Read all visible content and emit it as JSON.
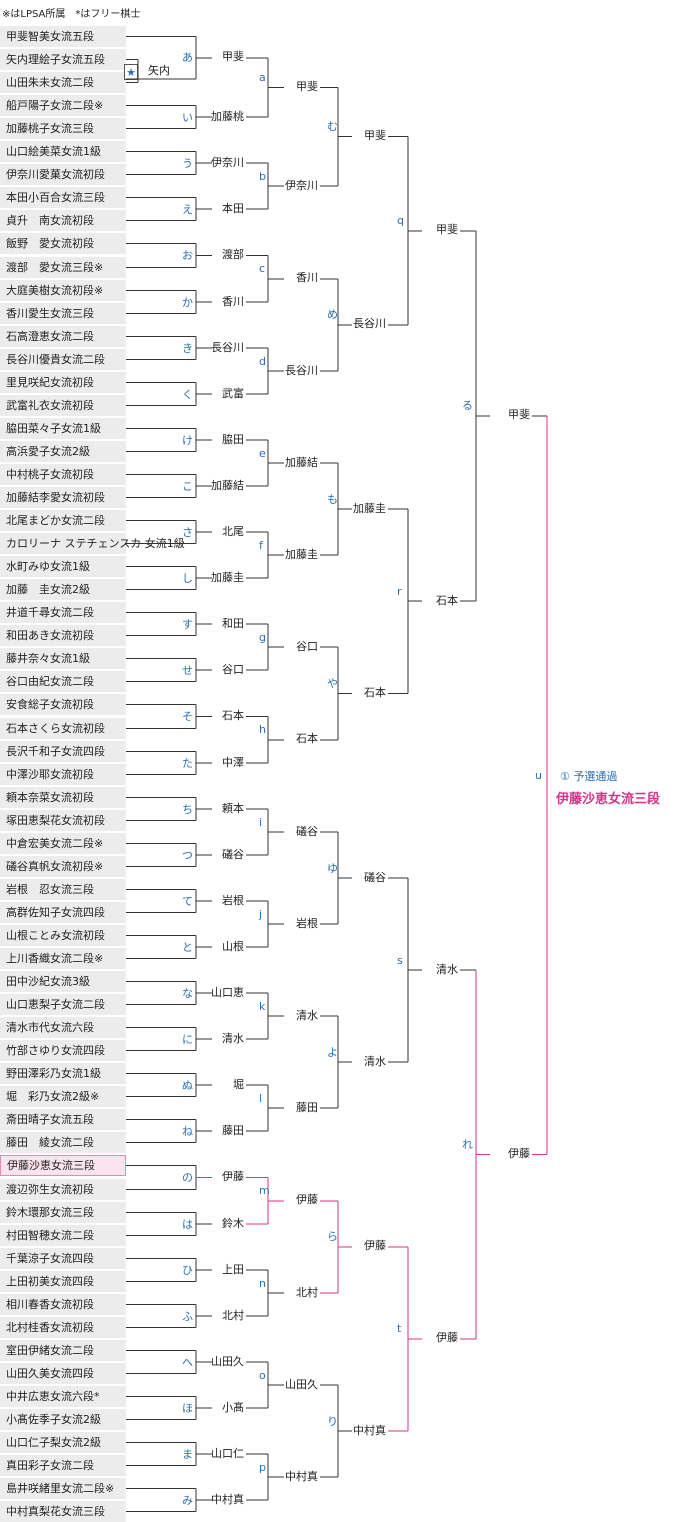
{
  "note": "※はLPSA所属　*はフリー棋士",
  "players": [
    "甲斐智美女流五段",
    "矢内理絵子女流五段",
    "山田朱未女流二段",
    "船戸陽子女流二段※",
    "加藤桃子女流三段",
    "山口絵美菜女流1級",
    "伊奈川愛菓女流初段",
    "本田小百合女流三段",
    "貞升　南女流初段",
    "飯野　愛女流初段",
    "渡部　愛女流三段※",
    "大庭美樹女流初段※",
    "香川愛生女流三段",
    "石高澄恵女流二段",
    "長谷川優貴女流二段",
    "里見咲紀女流初段",
    "武富礼衣女流初段",
    "脇田菜々子女流1級",
    "高浜愛子女流2級",
    "中村桃子女流初段",
    "加藤結李愛女流初段",
    "北尾まどか女流二段",
    "カロリーナ ステチェンスカ 女流1級",
    "水町みゆ女流1級",
    "加藤　圭女流2級",
    "井道千尋女流二段",
    "和田あき女流初段",
    "藤井奈々女流1級",
    "谷口由紀女流二段",
    "安食総子女流初段",
    "石本さくら女流初段",
    "長沢千和子女流四段",
    "中澤沙耶女流初段",
    "頼本奈菜女流初段",
    "塚田恵梨花女流初段",
    "中倉宏美女流二段※",
    "礒谷真帆女流初段※",
    "岩根　忍女流三段",
    "高群佐知子女流四段",
    "山根ことみ女流初段",
    "上川香織女流二段※",
    "田中沙紀女流3級",
    "山口恵梨子女流二段",
    "清水市代女流六段",
    "竹部さゆり女流四段",
    "野田澤彩乃女流1級",
    "堀　彩乃女流2級※",
    "斎田晴子女流五段",
    "藤田　綾女流二段",
    "伊藤沙恵女流三段",
    "渡辺弥生女流初段",
    "鈴木環那女流三段",
    "村田智穂女流二段",
    "千葉涼子女流四段",
    "上田初美女流四段",
    "相川春香女流初段",
    "北村桂香女流初段",
    "室田伊緒女流二段",
    "山田久美女流四段",
    "中井広恵女流六段*",
    "小髙佐季子女流2級",
    "山口仁子梨女流2級",
    "真田彩子女流二段",
    "島井咲緒里女流二段※",
    "中村真梨花女流三段"
  ],
  "highlight_player": "伊藤沙恵女流三段",
  "prelim_bye": {
    "mark": "★",
    "winner": "矢内"
  },
  "r1_nodes": [
    "あ",
    "い",
    "う",
    "え",
    "お",
    "か",
    "き",
    "く",
    "け",
    "こ",
    "さ",
    "し",
    "す",
    "せ",
    "そ",
    "た",
    "ち",
    "つ",
    "て",
    "と",
    "な",
    "に",
    "ぬ",
    "ね",
    "の",
    "は",
    "ひ",
    "ふ",
    "へ",
    "ほ",
    "ま",
    "み"
  ],
  "r2_nodes": [
    "a",
    "b",
    "c",
    "d",
    "e",
    "f",
    "g",
    "h",
    "i",
    "j",
    "k",
    "l",
    "m",
    "n",
    "o",
    "p"
  ],
  "r3_nodes": [
    "む",
    "め",
    "も",
    "や",
    "ゆ",
    "よ",
    "ら",
    "り"
  ],
  "r4_nodes": [
    "q",
    "r",
    "s",
    "t"
  ],
  "r5_nodes": [
    "る",
    "れ"
  ],
  "final_node": "u",
  "r1_winners": [
    "甲斐",
    "加藤桃",
    "伊奈川",
    "本田",
    "渡部",
    "香川",
    "長谷川",
    "武富",
    "脇田",
    "加藤結",
    "北尾",
    "加藤圭",
    "和田",
    "谷口",
    "石本",
    "中澤",
    "頼本",
    "礒谷",
    "岩根",
    "山根",
    "山口恵",
    "清水",
    "堀",
    "藤田",
    "伊藤",
    "鈴木",
    "上田",
    "北村",
    "山田久",
    "小髙",
    "山口仁",
    "中村真"
  ],
  "r2_winners": [
    "甲斐",
    "伊奈川",
    "香川",
    "長谷川",
    "加藤結",
    "加藤圭",
    "谷口",
    "石本",
    "礒谷",
    "岩根",
    "清水",
    "藤田",
    "伊藤",
    "北村",
    "山田久",
    "中村真"
  ],
  "r3_winners": [
    "甲斐",
    "長谷川",
    "加藤圭",
    "石本",
    "礒谷",
    "清水",
    "伊藤",
    "中村真"
  ],
  "r4_winners": [
    "甲斐",
    "石本",
    "清水",
    "伊藤"
  ],
  "r5_winners": [
    "甲斐",
    "伊藤"
  ],
  "champion_note": "① 予選通過",
  "champion_name": "伊藤沙恵女流三段",
  "colors": {
    "line": "#333333",
    "winner_path": "#d6338a",
    "node_label": "#2a6fb5"
  }
}
